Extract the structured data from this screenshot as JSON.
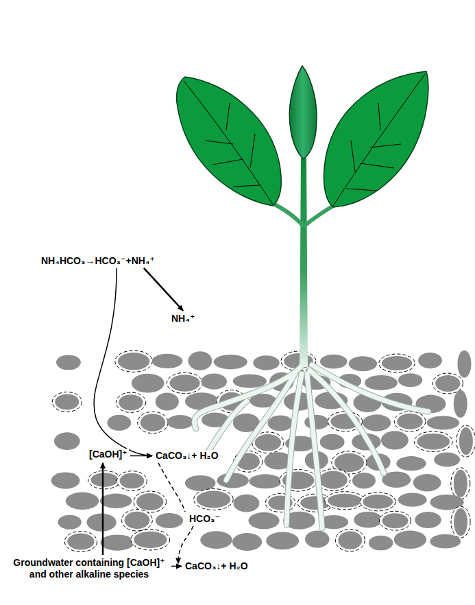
{
  "diagram": {
    "labels": [
      "NH₄HCO₃→HCO₃⁻+NH₄⁺",
      "NH₄⁺",
      "[CaOH]⁺",
      "CaCO₃↓+ H₂O",
      "HCO₃⁻",
      "Groundwater containing [CaOH]⁺ and other alkaline species",
      "CaCO₃↓+ H₂O"
    ]
  }
}
